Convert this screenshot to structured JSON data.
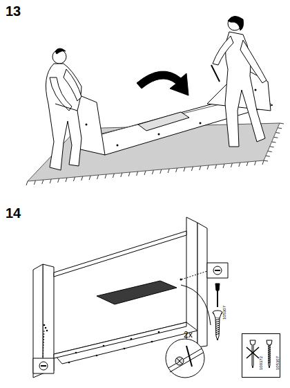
{
  "diagram": {
    "nodes": [
      {
        "text": [
          "100372",
          "105307"
        ]
      }
    ],
    "edges": [],
    "labels": [
      "13",
      "14",
      "2x",
      "105307"
    ]
  }
}
